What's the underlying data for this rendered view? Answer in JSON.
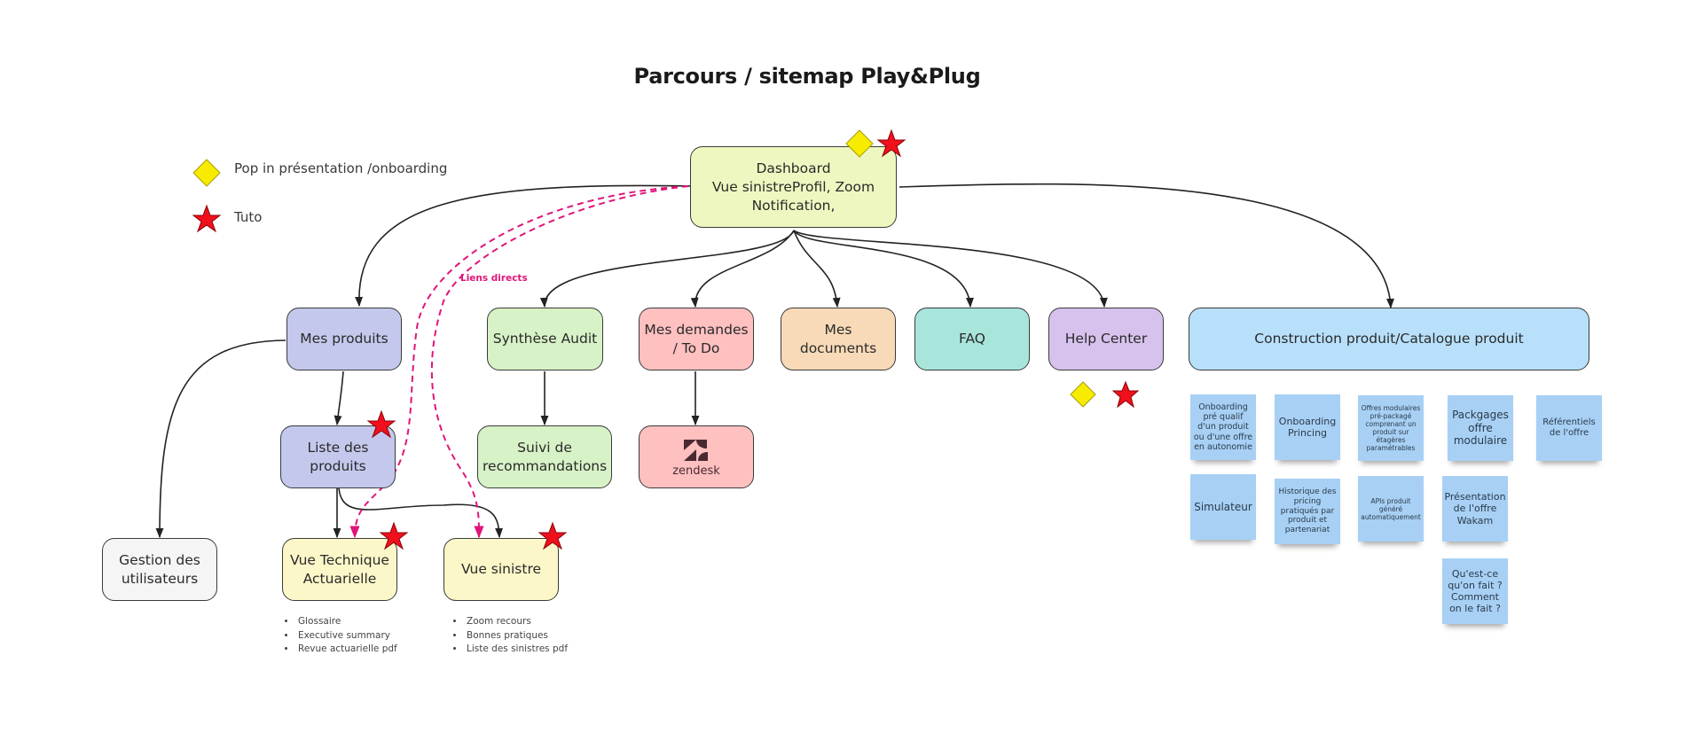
{
  "title": "Parcours / sitemap Play&Plug",
  "legend": {
    "items": [
      {
        "icon": "diamond-icon",
        "color": "#f7ec00",
        "label": "Pop in présentation /onboarding"
      },
      {
        "icon": "star-icon",
        "color": "#f0101c",
        "label": "Tuto"
      }
    ]
  },
  "link_label": "Liens directs",
  "nodes": {
    "dashboard": {
      "lines": [
        "Dashboard",
        "Vue sinistreProfil, Zoom",
        "Notification,"
      ],
      "color": "#eef7c0"
    },
    "mes_produits": {
      "label": "Mes produits",
      "color": "#c4c8ec"
    },
    "liste_produits": {
      "label": "Liste des produits",
      "color": "#c4c8ec"
    },
    "gestion_utilisateurs": {
      "label": "Gestion des utilisateurs",
      "color": "#f5f5f5"
    },
    "vue_technique": {
      "label": "Vue Technique Actuarielle",
      "color": "#fbf7c8",
      "bullets": [
        "Glossaire",
        "Executive summary",
        "Revue actuarielle pdf"
      ]
    },
    "vue_sinistre": {
      "label": "Vue sinistre",
      "color": "#fbf7c8",
      "bullets": [
        "Zoom recours",
        "Bonnes pratiques",
        "Liste des sinistres pdf"
      ]
    },
    "synthese_audit": {
      "label": "Synthèse Audit",
      "color": "#d7f2c6"
    },
    "suivi_recommandations": {
      "label": "Suivi de recommandations",
      "color": "#d7f2c6"
    },
    "mes_demandes": {
      "label": "Mes demandes / To Do",
      "color": "#ffc0c0"
    },
    "zendesk": {
      "label": "zendesk",
      "color": "#ffc0c0"
    },
    "mes_documents": {
      "label": "Mes documents",
      "color": "#f8dab8"
    },
    "faq": {
      "label": "FAQ",
      "color": "#a8e6dc"
    },
    "help_center": {
      "label": "Help Center",
      "color": "#d6c2ec"
    },
    "construction": {
      "label": "Construction produit/Catalogue produit",
      "color": "#b8e0fb"
    }
  },
  "stickies": [
    "Onboarding pré qualif d'un produit ou d'une offre en autonomie",
    "Onboarding Princing",
    "Offres modulaires pré-packagé comprenant un produit sur étagères paramétrables",
    "Packgages offre modulaire",
    "Référentiels de l'offre",
    "Simulateur",
    "Historique des pricing pratiqués par produit et partenariat",
    "APIs produit généré automatiquement",
    "Présentation de l'offre Wakam",
    "Qu'est-ce qu'on fait ? Comment on le fait ?"
  ],
  "colors": {
    "edge": "#222222",
    "direct_link": "#e0157a",
    "sticky": "#a8d0f5"
  }
}
